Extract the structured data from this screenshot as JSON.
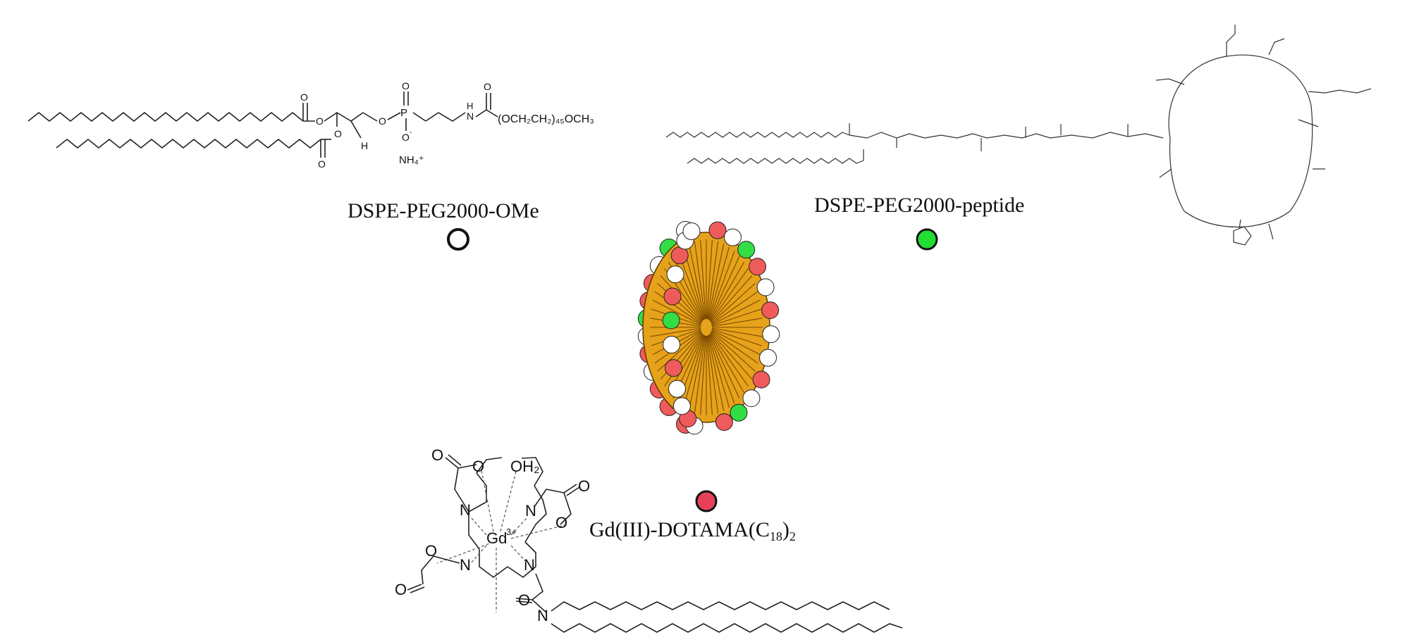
{
  "labels": {
    "dspe_ome": "DSPE-PEG2000-OMe",
    "dspe_peptide": "DSPE-PEG2000-peptide",
    "gd_main": "Gd(III)-DOTAMA(C",
    "gd_sub": "18",
    "gd_close": ")",
    "gd_sub2": "2"
  },
  "legend_colors": {
    "dspe_ome": "#ffffff",
    "dspe_peptide": "#22dd33",
    "gd": "#e8405a"
  },
  "micelle_colors": {
    "white": "#ffffff",
    "red": "#ef5a5a",
    "green": "#33dd44",
    "core": "#e5a21a",
    "core_dark": "#7a4a00"
  },
  "atoms": {
    "ome": {
      "o1": "O",
      "o2": "O",
      "o3": "O",
      "o4": "O",
      "o5": "O",
      "o6": "O",
      "p": "P",
      "ominus": "O",
      "ominus_sup": "-",
      "h": "H",
      "nh": "N",
      "nh_h": "H",
      "peg": "(OCH₂CH₂)₄₅OCH₃",
      "nh4": "NH₄⁺"
    },
    "gd": {
      "gd": "Gd",
      "gd_charge": "3+",
      "oh2": "OH₂",
      "n1": "N",
      "n2": "N",
      "n3": "N",
      "n4": "N",
      "n5": "N",
      "o": "O"
    }
  }
}
